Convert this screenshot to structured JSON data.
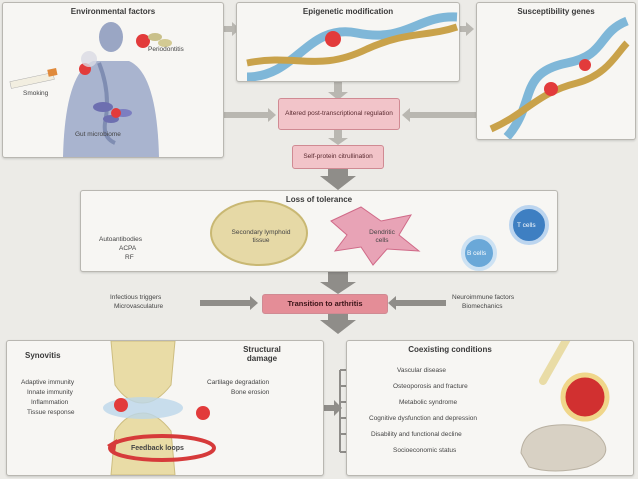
{
  "environmental": {
    "title": "Environmental factors",
    "periodontitis": "Periodontitis",
    "smoking": "Smoking",
    "gut": "Gut microbiome"
  },
  "epigenetic": {
    "title": "Epigenetic modification"
  },
  "susceptibility": {
    "title": "Susceptibility genes"
  },
  "altered": "Altered post-transcriptional regulation",
  "citrullination": "Self-protein citrullination",
  "tolerance": {
    "title": "Loss of tolerance",
    "autoantibodies": "Autoantibodies",
    "acpa": "ACPA",
    "rf": "RF",
    "secondary": "Secondary lymphoid tissue",
    "dendritic": "Dendritic cells",
    "tcells": "T cells",
    "bcells": "B cells"
  },
  "transition": {
    "label": "Transition to arthritis",
    "left1": "Infectious triggers",
    "left2": "Microvasculature",
    "right1": "Neuroimmune factors",
    "right2": "Biomechanics"
  },
  "synovitis": {
    "title": "Synovitis",
    "items": [
      "Adaptive immunity",
      "Innate immunity",
      "Inflammation",
      "Tissue response"
    ]
  },
  "structural": {
    "title": "Structural damage",
    "items": [
      "Cartilage degradation",
      "Bone erosion"
    ]
  },
  "feedback": "Feedback loops",
  "coexisting": {
    "title": "Coexisting conditions",
    "items": [
      "Vascular disease",
      "Osteoporosis and fracture",
      "Metabolic syndrome",
      "Cognitive dysfunction and depression",
      "Disability and functional decline",
      "Socioeconomic status"
    ]
  }
}
